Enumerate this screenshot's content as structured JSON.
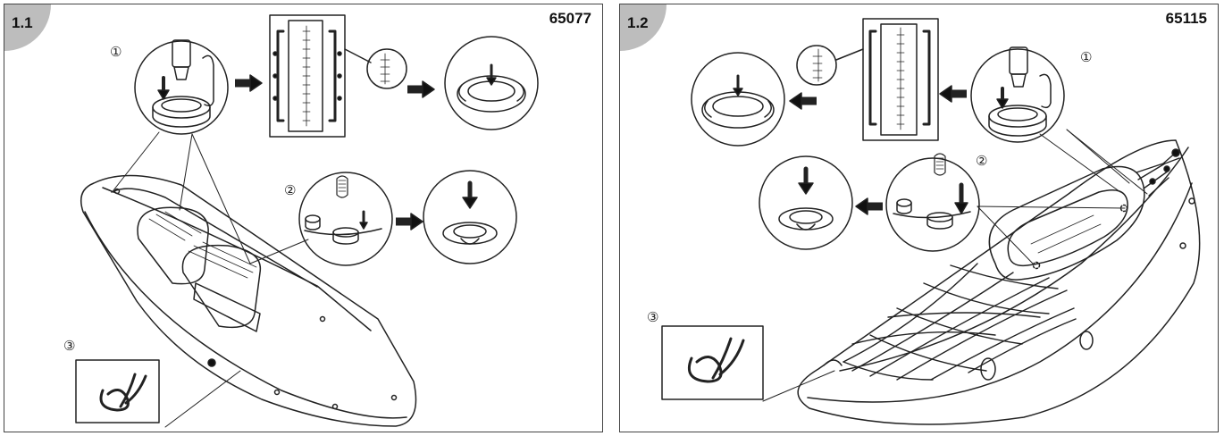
{
  "panels": [
    {
      "id": "1.1",
      "model": "65077",
      "steps": [
        "①",
        "②",
        "③"
      ]
    },
    {
      "id": "1.2",
      "model": "65115",
      "steps": [
        "①",
        "②",
        "③"
      ]
    }
  ]
}
